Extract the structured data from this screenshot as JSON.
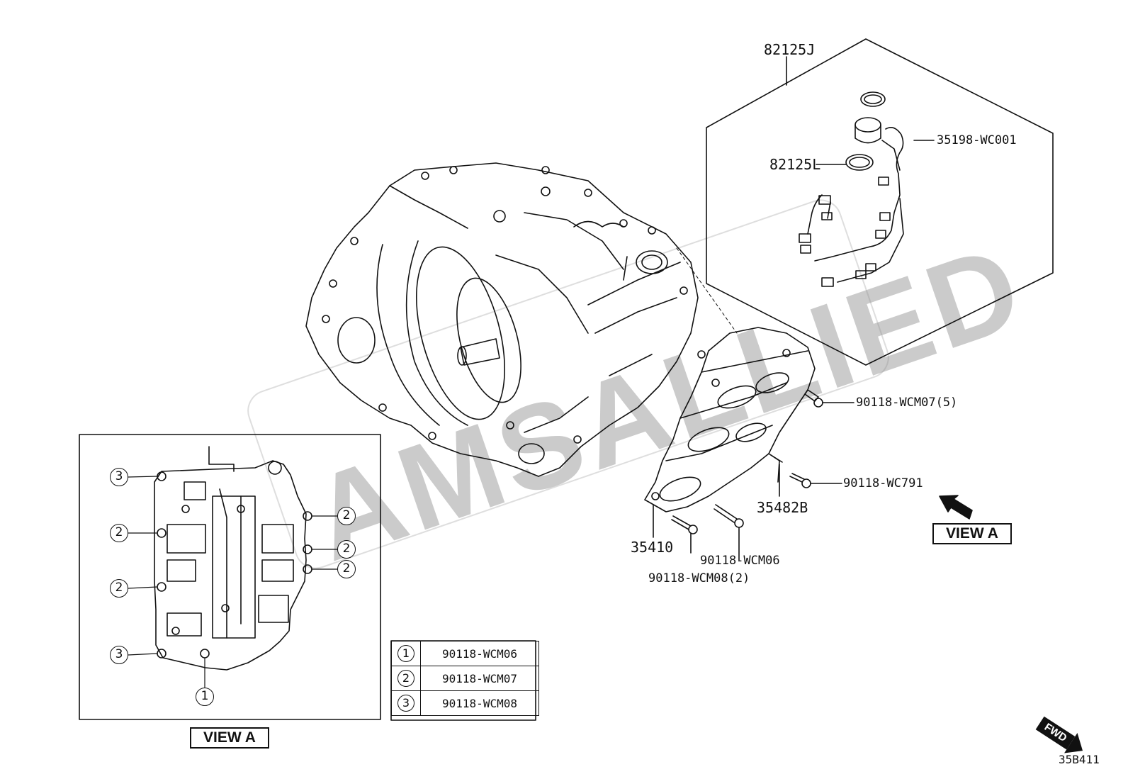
{
  "watermark": "AMSALLIED",
  "parts": {
    "harness_kit": "82125J",
    "seal_ring": "82125L",
    "harness_connector": "35198-WC001",
    "bolt_wcm07": "90118-WCM07(5)",
    "bolt_wc791": "90118-WC791",
    "valve_body": "35410",
    "sensor": "35482B",
    "bolt_wcm06": "90118-WCM06",
    "bolt_wcm08": "90118-WCM08(2)"
  },
  "view_label": "VIEW A",
  "view_a_callouts": [
    "3",
    "2",
    "2",
    "2",
    "2",
    "2",
    "3",
    "1"
  ],
  "legend": [
    {
      "num": "1",
      "part": "90118-WCM06"
    },
    {
      "num": "2",
      "part": "90118-WCM07"
    },
    {
      "num": "3",
      "part": "90118-WCM08"
    }
  ],
  "fwd_label": "FWD",
  "diagram_code": "35B411",
  "colors": {
    "line": "#111111",
    "watermark": "#8c8c8c"
  }
}
